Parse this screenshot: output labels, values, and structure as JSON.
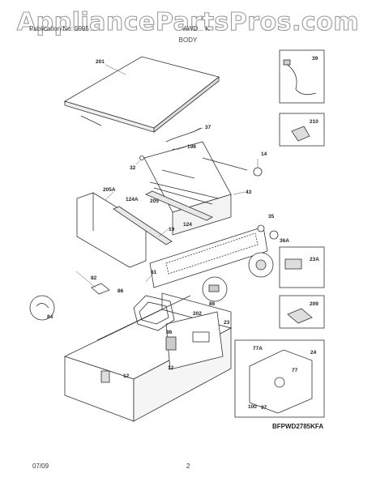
{
  "watermark": "AppliancePartsPros.com",
  "header": {
    "left": "Publication No: 5995...",
    "model": "AWD... K",
    "section": "BODY"
  },
  "callouts": {
    "c201": "201",
    "c37": "37",
    "c198": "198",
    "c32": "32",
    "c14": "14",
    "c43": "43",
    "c205A": "205A",
    "c124A": "124A",
    "c205": "205",
    "c124": "124",
    "c19": "19",
    "c35": "35",
    "c36A": "36A",
    "c39": "39",
    "c210": "210",
    "c23A": "23A",
    "c209": "209",
    "c82": "82",
    "c81": "81",
    "c86a": "86",
    "c86b": "86",
    "c86c": "86",
    "c84": "84",
    "c202": "202",
    "c23": "23",
    "c12a": "12",
    "c12b": "12",
    "c24": "24",
    "c77A": "77A",
    "c77": "77",
    "c97": "97",
    "c100": "100"
  },
  "diagram_code": "BFPWD2785KFA",
  "footer": {
    "date": "07/09",
    "page": "2"
  }
}
